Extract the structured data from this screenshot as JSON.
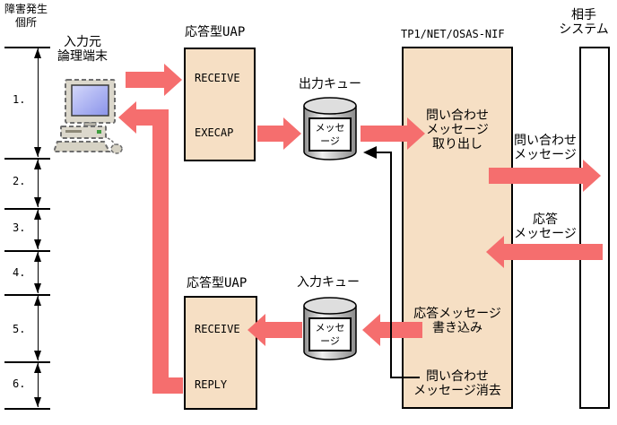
{
  "colors": {
    "accent_red": "#f56e6e",
    "box_fill": "#f6dfc4",
    "line_black": "#000000",
    "screen_blue": "#8a93ea"
  },
  "scale": {
    "title": [
      "障害発生",
      "個所"
    ],
    "sections": [
      "1.",
      "2.",
      "3.",
      "4.",
      "5.",
      "6."
    ]
  },
  "terminal": {
    "label": [
      "入力元",
      "論理端末"
    ]
  },
  "uap_top": {
    "title": "応答型UAP",
    "functions": [
      "RECEIVE",
      "EXECAP"
    ]
  },
  "output_queue": {
    "title": "出力キュー",
    "content": [
      "メッセ",
      "ージ"
    ]
  },
  "input_queue": {
    "title": "入力キュー",
    "content": [
      "メッセ",
      "ージ"
    ]
  },
  "nif": {
    "title": "TP1/NET/OSAS-NIF",
    "step_fetch": [
      "問い合わせ",
      "メッセージ",
      "取り出し"
    ],
    "step_write": [
      "応答メッセージ",
      "書き込み"
    ],
    "step_erase": [
      "問い合わせ",
      "メッセージ消去"
    ]
  },
  "uap_bottom": {
    "title": "応答型UAP",
    "functions": [
      "RECEIVE",
      "REPLY"
    ]
  },
  "partner": {
    "title": [
      "相手",
      "システム"
    ]
  },
  "flow_labels": {
    "inquiry": [
      "問い合わせ",
      "メッセージ"
    ],
    "response": [
      "応答",
      "メッセージ"
    ]
  }
}
